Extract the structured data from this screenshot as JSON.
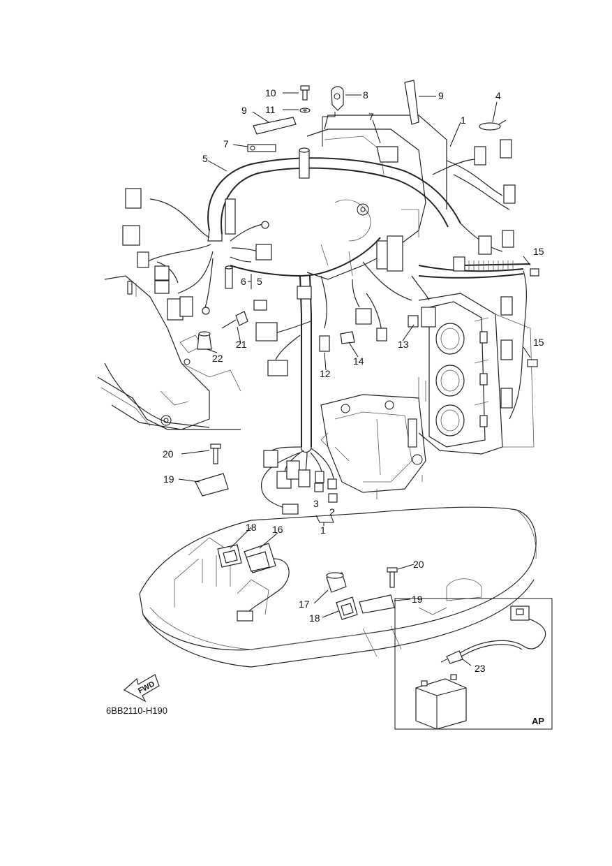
{
  "diagram_code": "6BB2110-H190",
  "direction_arrow": {
    "label": "FWD",
    "icon": "fwd-arrow-icon"
  },
  "inset": {
    "tag": "AP",
    "part_label": "23"
  },
  "callouts": {
    "c1a": "1",
    "c1b": "1",
    "c2": "2",
    "c3": "3",
    "c4": "4",
    "c5a": "5",
    "c5b": "5",
    "c6": "6",
    "c7a": "7",
    "c7b": "7",
    "c8": "8",
    "c9a": "9",
    "c9b": "9",
    "c10": "10",
    "c11": "11",
    "c12": "12",
    "c13": "13",
    "c14": "14",
    "c15a": "15",
    "c15b": "15",
    "c16": "16",
    "c17": "17",
    "c18a": "18",
    "c18b": "18",
    "c19a": "19",
    "c19b": "19",
    "c20a": "20",
    "c20b": "20",
    "c21": "21",
    "c22": "22"
  }
}
